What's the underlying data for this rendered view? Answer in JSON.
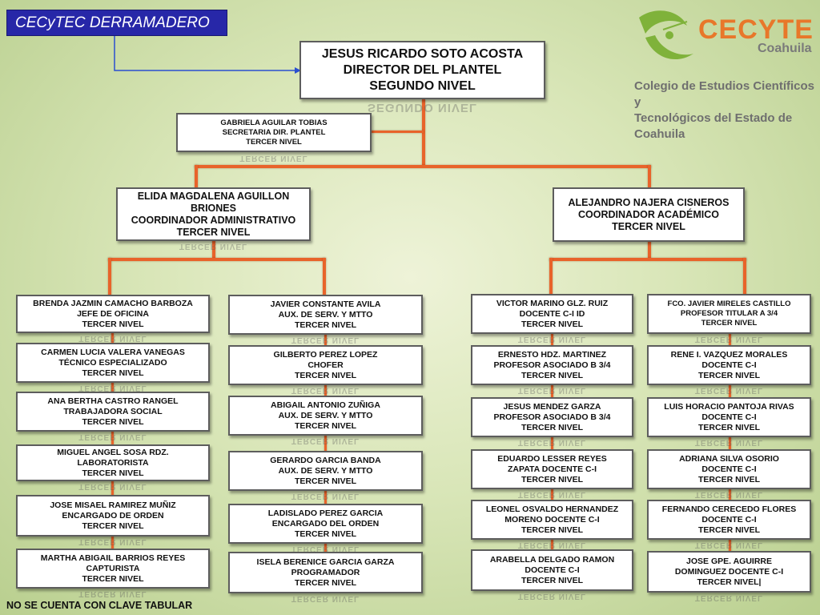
{
  "title": "CECyTEC DERRAMADERO",
  "logo": {
    "brand": "CECYTE",
    "state": "Coahuila",
    "college_line1": "Colegio de Estudios Científicos y",
    "college_line2": "Tecnológicos del Estado de Coahuila"
  },
  "director": {
    "line1": "JESUS RICARDO SOTO ACOSTA",
    "line2": "DIRECTOR DEL PLANTEL",
    "line3": "SEGUNDO NIVEL",
    "reflection": "SEGUNDO NIVEL"
  },
  "secretary": {
    "line1": "GABRIELA AGUILAR TOBIAS",
    "line2": "SECRETARIA DIR. PLANTEL",
    "line3": "TERCER NIVEL"
  },
  "admin_coord": {
    "line1": "ELIDA MAGDALENA AGUILLON",
    "line2": "BRIONES",
    "line3": "COORDINADOR ADMINISTRATIVO",
    "line4": "TERCER NIVEL"
  },
  "acad_coord": {
    "line1": "ALEJANDRO NAJERA CISNEROS",
    "line2": "COORDINADOR ACADÉMICO",
    "line3": "TERCER NIVEL"
  },
  "reflection_text": "TERCER NIVEL",
  "col1": [
    {
      "line1": "BRENDA JAZMIN CAMACHO BARBOZA",
      "line2": "JEFE DE OFICINA",
      "line3": "TERCER NIVEL"
    },
    {
      "line1": "CARMEN LUCIA VALERA VANEGAS",
      "line2": "TÉCNICO ESPECIALIZADO",
      "line3": "TERCER NIVEL"
    },
    {
      "line1": "ANA BERTHA CASTRO RANGEL",
      "line2": "TRABAJADORA SOCIAL",
      "line3": "TERCER NIVEL"
    },
    {
      "line1": "MIGUEL ANGEL SOSA RDZ.",
      "line2": "LABORATORISTA",
      "line3": "TERCER NIVEL"
    },
    {
      "line1": "JOSE MISAEL RAMIREZ MUÑIZ",
      "line2": "ENCARGADO DE ORDEN",
      "line3": "TERCER NIVEL"
    },
    {
      "line1": "MARTHA ABIGAIL BARRIOS REYES",
      "line2": "CAPTURISTA",
      "line3": "TERCER NIVEL"
    }
  ],
  "col2": [
    {
      "line1": "JAVIER CONSTANTE AVILA",
      "line2": "AUX. DE SERV. Y MTTO",
      "line3": "TERCER NIVEL"
    },
    {
      "line1": "GILBERTO PEREZ LOPEZ",
      "line2": "CHOFER",
      "line3": "TERCER NIVEL"
    },
    {
      "line1": "ABIGAIL ANTONIO ZUÑIGA",
      "line2": "AUX. DE SERV. Y MTTO",
      "line3": "TERCER NIVEL"
    },
    {
      "line1": "GERARDO GARCIA BANDA",
      "line2": "AUX. DE SERV. Y MTTO",
      "line3": "TERCER NIVEL"
    },
    {
      "line1": "LADISLADO PEREZ GARCIA",
      "line2": "ENCARGADO DEL ORDEN",
      "line3": "TERCER NIVEL"
    },
    {
      "line1": "ISELA BERENICE GARCIA GARZA",
      "line2": "PROGRAMADOR",
      "line3": "TERCER NIVEL"
    }
  ],
  "col3": [
    {
      "line1": "VICTOR MARINO GLZ. RUIZ",
      "line2": "DOCENTE C-I ID",
      "line3": "TERCER NIVEL"
    },
    {
      "line1": "ERNESTO HDZ. MARTINEZ",
      "line2": "PROFESOR ASOCIADO B 3/4",
      "line3": "TERCER NIVEL"
    },
    {
      "line1": "JESUS MENDEZ GARZA",
      "line2": "PROFESOR ASOCIADO B 3/4",
      "line3": "TERCER NIVEL"
    },
    {
      "line1": "EDUARDO LESSER REYES",
      "line2": "ZAPATA DOCENTE C-I",
      "line3": "TERCER NIVEL"
    },
    {
      "line1": "LEONEL OSVALDO HERNANDEZ",
      "line2": "MORENO DOCENTE C-I",
      "line3": "TERCER NIVEL"
    },
    {
      "line1": "ARABELLA DELGADO RAMON",
      "line2": "DOCENTE C-I",
      "line3": "TERCER NIVEL"
    }
  ],
  "col4": [
    {
      "line1": "FCO. JAVIER MIRELES CASTILLO",
      "line2": "PROFESOR TITULAR  A 3/4",
      "line3": "TERCER NIVEL"
    },
    {
      "line1": "RENE I. VAZQUEZ MORALES",
      "line2": "DOCENTE C-I",
      "line3": "TERCER NIVEL"
    },
    {
      "line1": "LUIS HORACIO PANTOJA RIVAS",
      "line2": "DOCENTE C-I",
      "line3": "TERCER NIVEL"
    },
    {
      "line1": "ADRIANA SILVA OSORIO",
      "line2": "DOCENTE C-I",
      "line3": "TERCER NIVEL"
    },
    {
      "line1": "FERNANDO CERECEDO FLORES",
      "line2": "DOCENTE C-I",
      "line3": "TERCER NIVEL"
    },
    {
      "line1": "JOSE GPE.  AGUIRRE",
      "line2": "DOMINGUEZ DOCENTE C-I",
      "line3": "TERCER NIVEL|"
    }
  ],
  "bottom_note": "NO SE CUENTA CON CLAVE TABULAR",
  "colors": {
    "connector": "#e8632a",
    "title_bg": "#2727a8",
    "brand": "#e8772a"
  }
}
